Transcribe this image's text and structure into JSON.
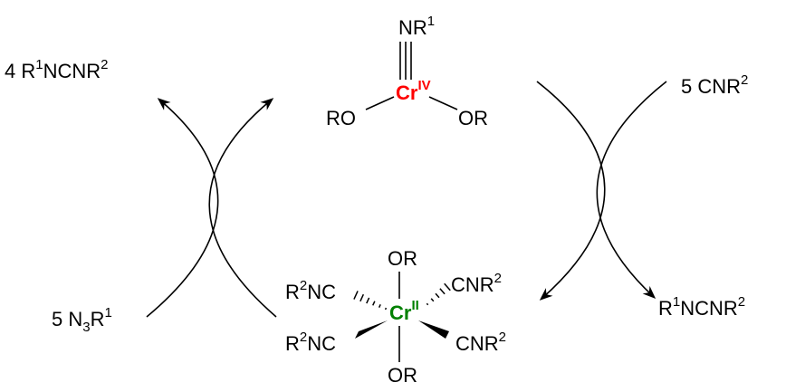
{
  "colors": {
    "cr_iv": "#ff0000",
    "cr_ii": "#008000",
    "ink": "#000000"
  },
  "cr_iv_complex": {
    "imido": {
      "main": "NR",
      "sup": "1"
    },
    "metal": {
      "symbol": "Cr",
      "oxidation": "IV"
    },
    "left_ligand": "RO",
    "right_ligand": "OR"
  },
  "cr_ii_complex": {
    "metal": {
      "symbol": "Cr",
      "oxidation": "II"
    },
    "top_ligand": "OR",
    "bottom_ligand": "OR",
    "upper_left": {
      "a": "R",
      "sup": "2",
      "b": "NC"
    },
    "lower_left": {
      "a": "R",
      "sup": "2",
      "b": "NC"
    },
    "upper_right": {
      "a": "CNR",
      "sup": "2"
    },
    "lower_right": {
      "a": "CNR",
      "sup": "2"
    }
  },
  "left_cycle": {
    "product": {
      "coef": "4 R",
      "sup1": "1",
      "mid": "NCNR",
      "sup2": "2"
    },
    "reagent": {
      "coef": "5 N",
      "sub": "3",
      "mid": "R",
      "sup": "1"
    }
  },
  "right_cycle": {
    "reagent": {
      "coef": "5  CNR",
      "sup": "2"
    },
    "product": {
      "a": "R",
      "sup1": "1",
      "mid": "NCNR",
      "sup2": "2"
    }
  }
}
